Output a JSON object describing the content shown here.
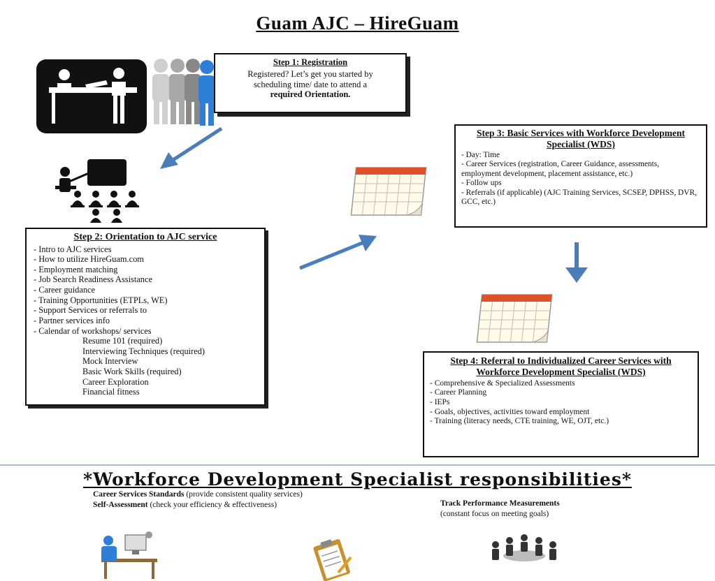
{
  "title": "Guam AJC – HireGuam",
  "step1": {
    "heading": "Step 1: Registration",
    "line1": "Registered? Let’s get you started by",
    "line2": "scheduling time/ date to attend a",
    "line3": "required Orientation."
  },
  "step2": {
    "heading": "Step 2: Orientation to AJC service",
    "items": [
      "- Intro to AJC services",
      "- How to utilize HireGuam.com",
      "- Employment matching",
      "- Job Search Readiness Assistance",
      "- Career guidance",
      "- Training Opportunities (ETPLs, WE)",
      "- Support Services or referrals to",
      "- Partner services info",
      "- Calendar of workshops/ services"
    ],
    "workshops": [
      "Resume 101 (required)",
      "Interviewing Techniques (required)",
      "Mock Interview",
      "Basic Work Skills (required)",
      "Career Exploration",
      "Financial fitness"
    ]
  },
  "step3": {
    "heading": "Step 3: Basic Services with Workforce Development Specialist (WDS)",
    "items": [
      "- Day: Time",
      "- Career Services (registration, Career Guidance, assessments, employment development, placement assistance, etc.)",
      "- Follow ups",
      "- Referrals (if applicable) (AJC Training Services, SCSEP, DPHSS, DVR, GCC, etc.)"
    ]
  },
  "step4": {
    "heading": "Step 4: Referral to Individualized Career Services with Workforce Development Specialist (WDS)",
    "items": [
      "- Comprehensive & Specialized Assessments",
      "- Career Planning",
      "- IEPs",
      "- Goals, objectives, activities toward employment",
      "- Training (literacy needs, CTE training, WE, OJT, etc.)"
    ]
  },
  "wds": {
    "title": "*Workforce Development Specialist responsibilities*",
    "r1_bold": "Career Services Standards",
    "r1_note": " (provide consistent quality services)",
    "r2_bold": "Self-Assessment",
    "r2_note": " (check your efficiency & effectiveness)",
    "r3_bold": "Track Performance Measurements",
    "r3_note": "(constant focus on meeting goals)"
  },
  "colors": {
    "arrow": "#4a7ebb",
    "calendar_top": "#e2502b",
    "person_blue": "#2e7fd8"
  },
  "icons": [
    "reception-desk-icon",
    "queue-people-icon",
    "presentation-audience-icon",
    "calendar-icon",
    "computer-worker-icon",
    "clipboard-icon",
    "team-meeting-icon"
  ]
}
